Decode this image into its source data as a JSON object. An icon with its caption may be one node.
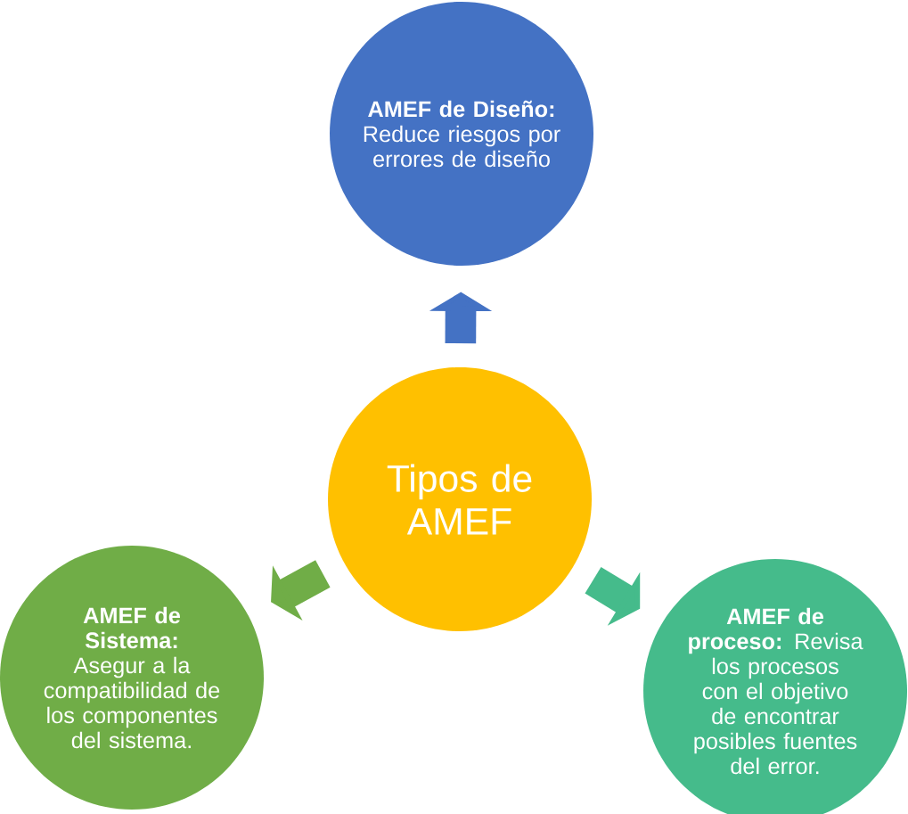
{
  "diagram": {
    "nodes": [
      {
        "text": [
          "Tipos de AMEF"
        ]
      },
      {
        "text": [
          "**AMEF de Diseño:** Reduce riesgos por errores de diseño"
        ]
      },
      {
        "text": [
          "**AMEF de Sistema:** Asegur a la compatibilidad de los componentes del sistema."
        ]
      },
      {
        "text": [
          "**AMEF de proceso:** Revisa los procesos con el objetivo de encontrar posibles fuentes del error."
        ]
      }
    ],
    "edges": [
      {
        "from": 0,
        "to": 1,
        "arrow": "to",
        "color": "#4472C4"
      },
      {
        "from": 0,
        "to": 2,
        "arrow": "to",
        "color": "#70AD47"
      },
      {
        "from": 0,
        "to": 3,
        "arrow": "to",
        "color": "#45BB8B"
      }
    ]
  }
}
